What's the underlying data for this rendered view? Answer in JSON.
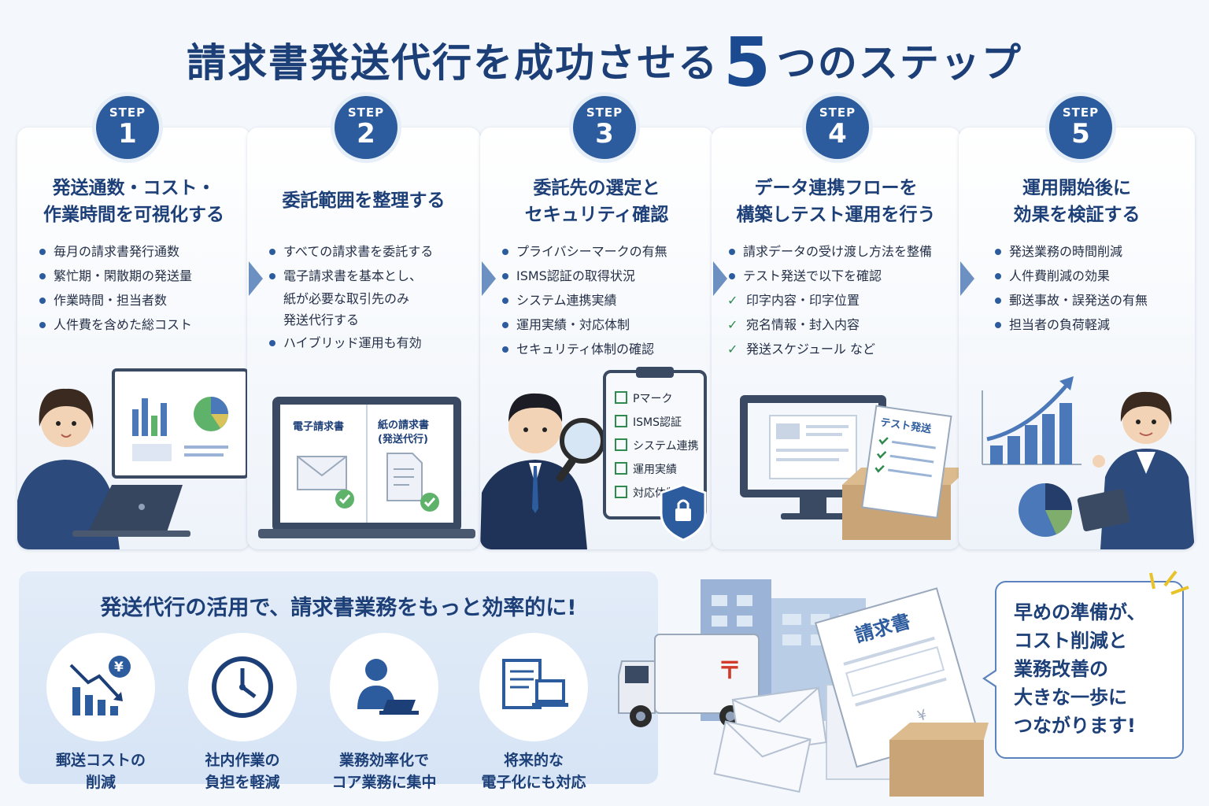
{
  "header": {
    "title_before": "請求書発送代行を成功させる",
    "title_number": "5",
    "title_after": "つのステップ"
  },
  "steps": [
    {
      "step_label": "STEP",
      "number": "1",
      "title_line1": "発送通数・コスト・",
      "title_line2": "作業時間を可視化する",
      "items": [
        "毎月の請求書発行通数",
        "繁忙期・閑散期の発送量",
        "作業時間・担当者数",
        "人件費を含めた総コスト"
      ]
    },
    {
      "step_label": "STEP",
      "number": "2",
      "title_line1": "委託範囲を整理する",
      "items": [
        "すべての請求書を委託する",
        "電子請求書を基本とし、",
        "紙が必要な取引先のみ",
        "発送代行する",
        "ハイブリッド運用も有効"
      ],
      "illustration": {
        "left_label": "電子請求書",
        "right_label_line1": "紙の請求書",
        "right_label_line2": "(発送代行)"
      }
    },
    {
      "step_label": "STEP",
      "number": "3",
      "title_line1": "委託先の選定と",
      "title_line2": "セキュリティ確認",
      "items": [
        "プライバシーマークの有無",
        "ISMS認証の取得状況",
        "システム連携実績",
        "運用実績・対応体制",
        "セキュリティ体制の確認"
      ],
      "checklist": [
        "Pマーク",
        "ISMS認証",
        "システム連携",
        "運用実績",
        "対応体制"
      ]
    },
    {
      "step_label": "STEP",
      "number": "4",
      "title_line1": "データ連携フローを",
      "title_line2": "構築しテスト運用を行う",
      "items": [
        "請求データの受け渡し方法を整備",
        "テスト発送で以下を確認"
      ],
      "checks": [
        "印字内容・印字位置",
        "宛名情報・封入内容",
        "発送スケジュール など"
      ],
      "test_label": "テスト発送"
    },
    {
      "step_label": "STEP",
      "number": "5",
      "title_line1": "運用開始後に",
      "title_line2": "効果を検証する",
      "items": [
        "発送業務の時間削減",
        "人件費削減の効果",
        "郵送事故・誤発送の有無",
        "担当者の負荷軽減"
      ]
    }
  ],
  "benefits_panel": {
    "title": "発送代行の活用で、請求書業務をもっと効率的に!",
    "items": [
      {
        "icon": "cost-down-chart-icon",
        "line1": "郵送コストの",
        "line2": "削減"
      },
      {
        "icon": "clock-icon",
        "line1": "社内作業の",
        "line2": "負担を軽減"
      },
      {
        "icon": "worker-laptop-icon",
        "line1": "業務効率化で",
        "line2": "コア業務に集中"
      },
      {
        "icon": "document-laptop-icon",
        "line1": "将来的な",
        "line2": "電子化にも対応"
      }
    ]
  },
  "scene": {
    "invoice_label": "請求書",
    "yen_mark": "¥",
    "post_mark": "〒"
  },
  "callout": {
    "lines": [
      "早めの準備が、",
      "コスト削減と",
      "業務改善の",
      "大きな一歩に",
      "つながります!"
    ]
  },
  "colors": {
    "primary": "#2d5c9e",
    "title": "#1d3f78",
    "accent_green": "#5fb26a"
  }
}
